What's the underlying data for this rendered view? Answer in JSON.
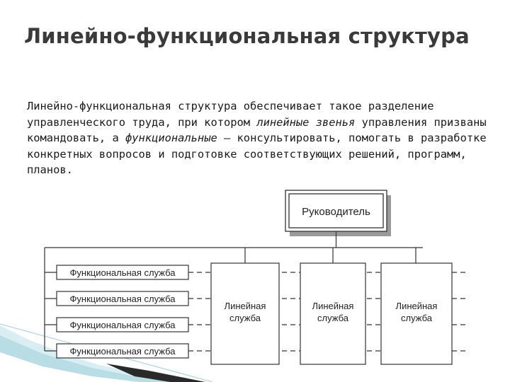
{
  "slide": {
    "title": "Линейно-функциональная структура",
    "body": {
      "p1": "Линейно-функциональная структура обеспечивает такое разделение управленческого труда, при котором ",
      "em1": "линейные звенья",
      "p2": " управления призваны командовать, а ",
      "em2": "функциональные",
      "p3": " — консультировать, помогать в разработке конкретных вопросов и подготовке соответствующих решений, программ, планов."
    }
  },
  "diagram": {
    "head": "Руководитель",
    "functional_services": [
      "Функциональная служба",
      "Функциональная служба",
      "Функциональная служба",
      "Функциональная служба"
    ],
    "line_services": [
      [
        "Линейная",
        "служба"
      ],
      [
        "Линейная",
        "служба"
      ],
      [
        "Линейная",
        "служба"
      ]
    ]
  },
  "colors": {
    "title": "#3a3a3a",
    "text": "#1a1a1a",
    "lines": "#333333",
    "shadow": "#9a9a9a"
  }
}
